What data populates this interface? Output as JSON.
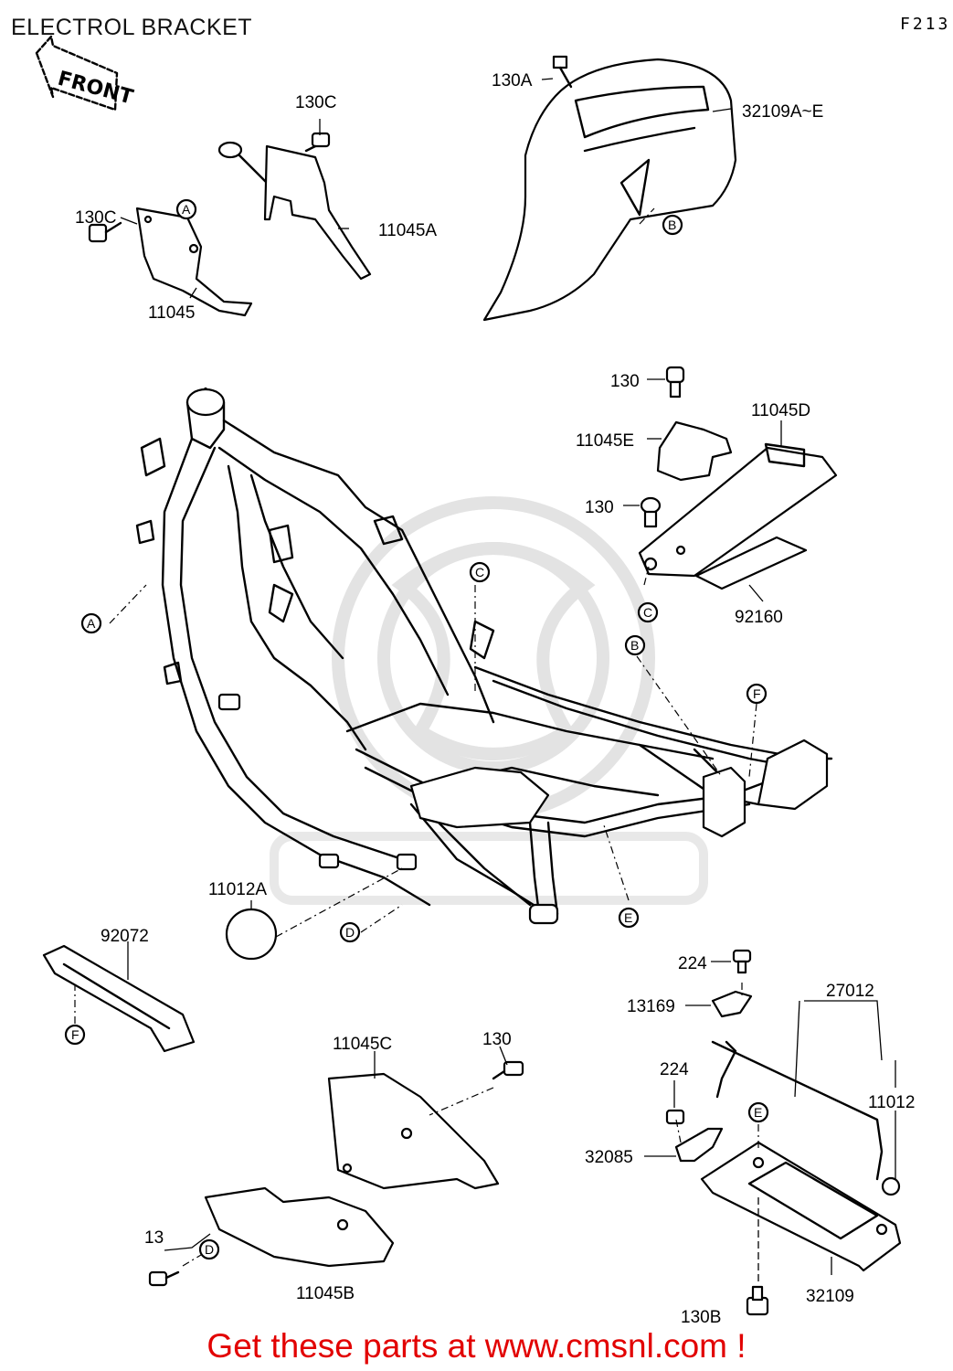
{
  "header": {
    "title": "ELECTROL BRACKET",
    "page_code": "F213",
    "front_label": "FRONT"
  },
  "callouts": {
    "c130a": "130A",
    "c32109ae": "32109A~E",
    "c130c_top": "130C",
    "c130c_left": "130C",
    "c11045a": "11045A",
    "c11045": "11045",
    "c130_top": "130",
    "c11045d": "11045D",
    "c11045e": "11045E",
    "c130_mid": "130",
    "c92160": "92160",
    "c11012a": "11012A",
    "c92072": "92072",
    "c224_top": "224",
    "c13169": "13169",
    "c27012": "27012",
    "c11045c": "11045C",
    "c130_low": "130",
    "c224_low": "224",
    "c11012": "11012",
    "c32085": "32085",
    "c13_partial": "13",
    "c11045b": "11045B",
    "c32109": "32109",
    "c130b": "130B"
  },
  "refs": {
    "A": "A",
    "B": "B",
    "C": "C",
    "D": "D",
    "E": "E",
    "F": "F"
  },
  "footer": {
    "text": "Get these parts at www.cmsnl.com !"
  },
  "colors": {
    "footer_text": "#e20000",
    "ink": "#000000",
    "watermark": "#e3e3e3"
  }
}
